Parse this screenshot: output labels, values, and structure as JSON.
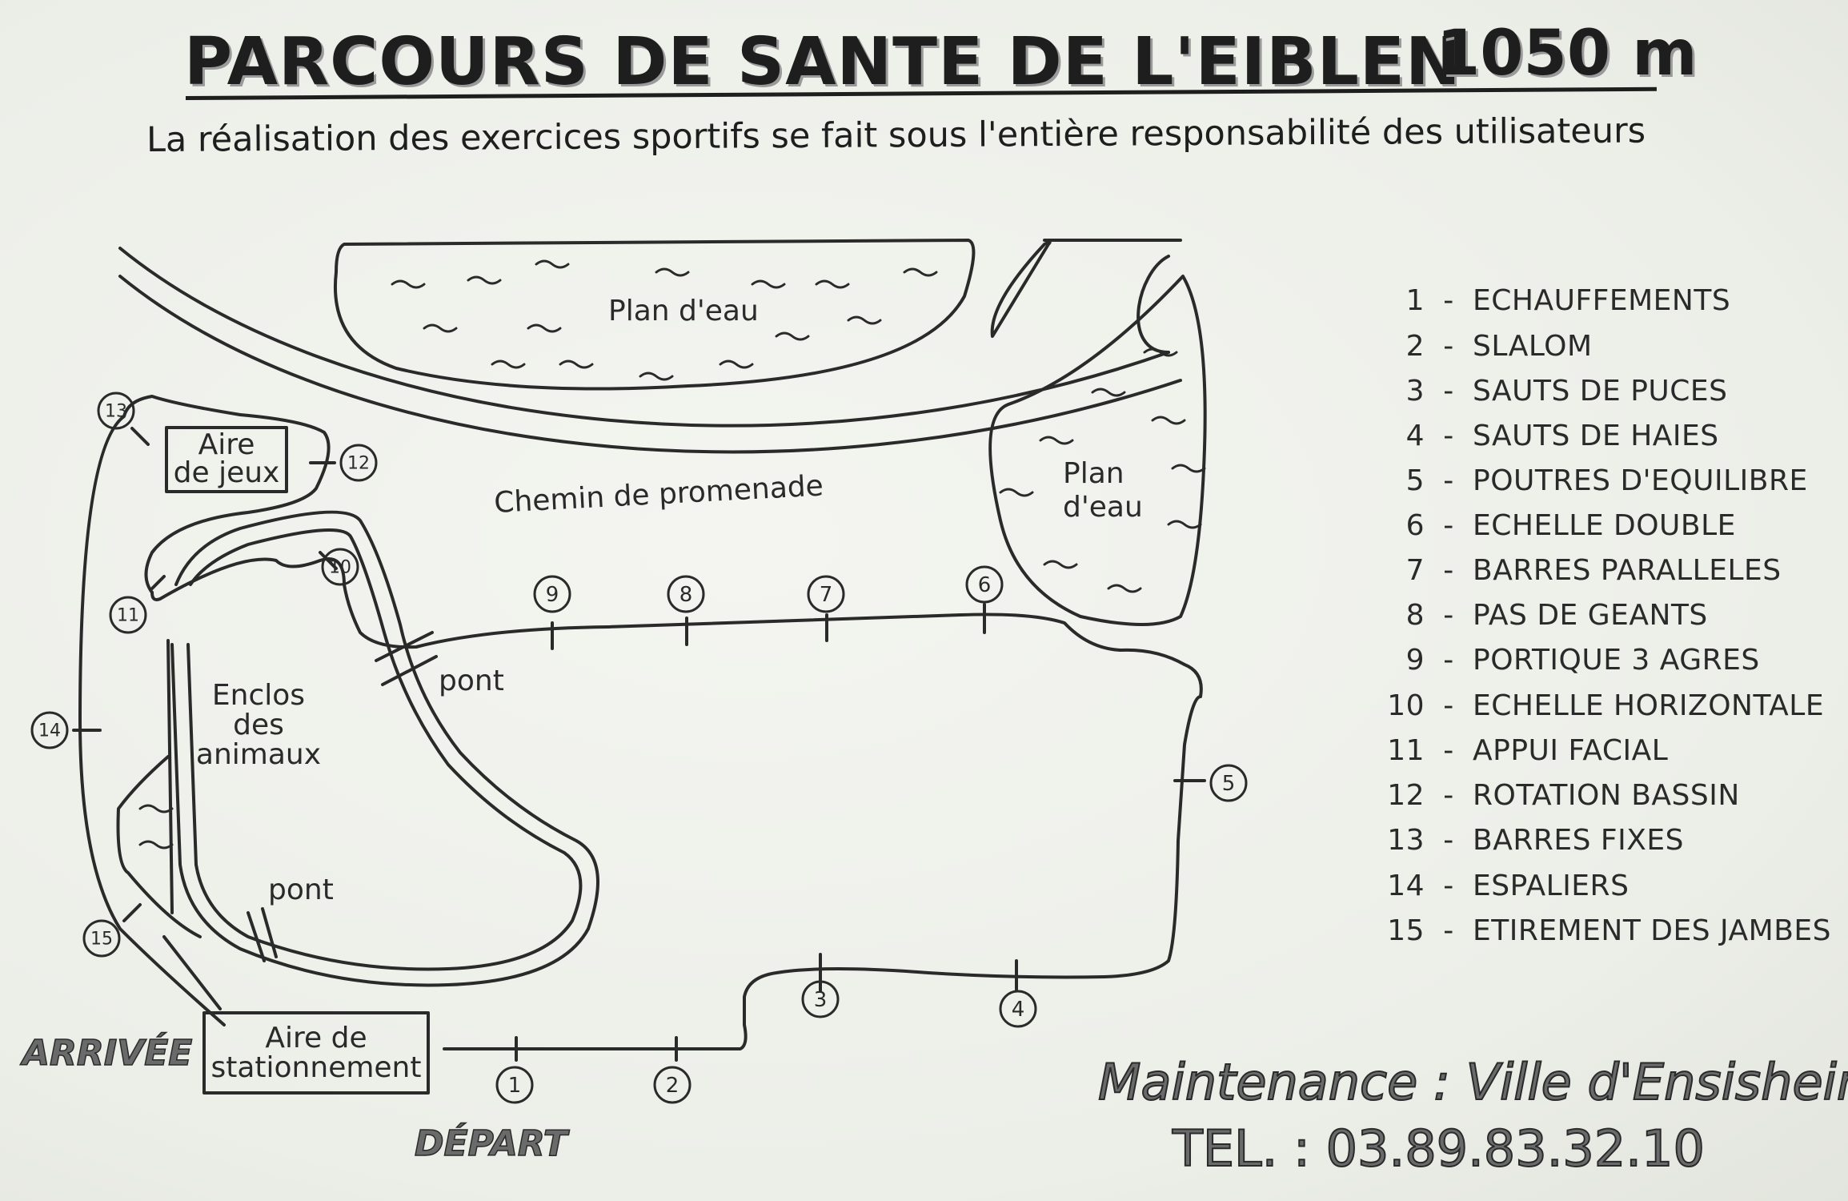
{
  "header": {
    "title": "PARCOURS DE SANTE DE L'EIBLEN",
    "distance": "1050 m",
    "subtitle": "La réalisation des exercices sportifs se fait sous l'entière responsabilité des utilisateurs"
  },
  "map_labels": {
    "plan_eau_top": "Plan d'eau",
    "plan_eau_right_1": "Plan",
    "plan_eau_right_2": "d'eau",
    "chemin": "Chemin de promenade",
    "aire_jeux_1": "Aire",
    "aire_jeux_2": "de jeux",
    "enclos_1": "Enclos",
    "enclos_2": "des",
    "enclos_3": "animaux",
    "pont_upper": "pont",
    "pont_lower": "pont",
    "parking_1": "Aire de",
    "parking_2": "stationnement",
    "arrivee": "ARRIVÉE",
    "depart": "DÉPART"
  },
  "stations": [
    {
      "number": "1",
      "name": "ECHAUFFEMENTS"
    },
    {
      "number": "2",
      "name": "SLALOM"
    },
    {
      "number": "3",
      "name": "SAUTS DE PUCES"
    },
    {
      "number": "4",
      "name": "SAUTS DE HAIES"
    },
    {
      "number": "5",
      "name": "POUTRES D'EQUILIBRE"
    },
    {
      "number": "6",
      "name": "ECHELLE DOUBLE"
    },
    {
      "number": "7",
      "name": "BARRES PARALLELES"
    },
    {
      "number": "8",
      "name": "PAS DE GEANTS"
    },
    {
      "number": "9",
      "name": "PORTIQUE 3 AGRES"
    },
    {
      "number": "10",
      "name": "ECHELLE HORIZONTALE"
    },
    {
      "number": "11",
      "name": "APPUI FACIAL"
    },
    {
      "number": "12",
      "name": "ROTATION BASSIN"
    },
    {
      "number": "13",
      "name": "BARRES FIXES"
    },
    {
      "number": "14",
      "name": "ESPALIERS"
    },
    {
      "number": "15",
      "name": "ETIREMENT DES JAMBES"
    }
  ],
  "footer": {
    "maintenance": "Maintenance : Ville d'Ensisheim",
    "tel": "TEL. : 03.89.83.32.10"
  }
}
